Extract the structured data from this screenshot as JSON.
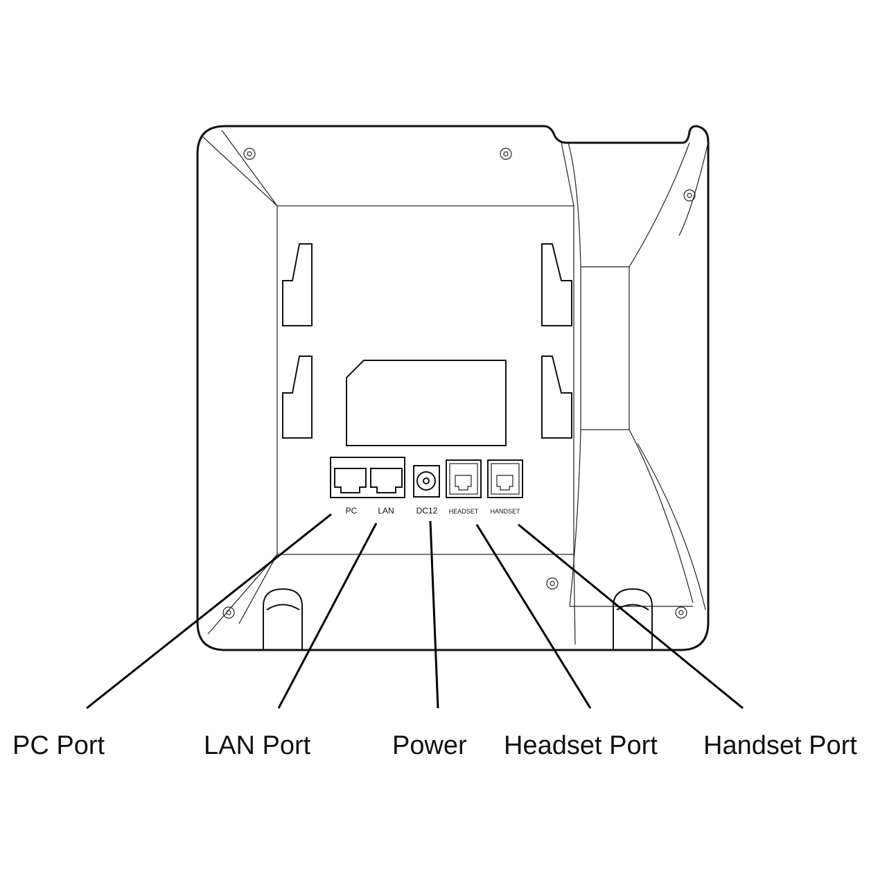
{
  "port_labels": {
    "pc": "PC",
    "lan": "LAN",
    "dc": "DC12",
    "headset": "HEADSET",
    "handset": "HANDSET"
  },
  "callouts": {
    "pc": "PC Port",
    "lan": "LAN Port",
    "power": "Power",
    "headset": "Headset Port",
    "handset": "Handset Port"
  }
}
